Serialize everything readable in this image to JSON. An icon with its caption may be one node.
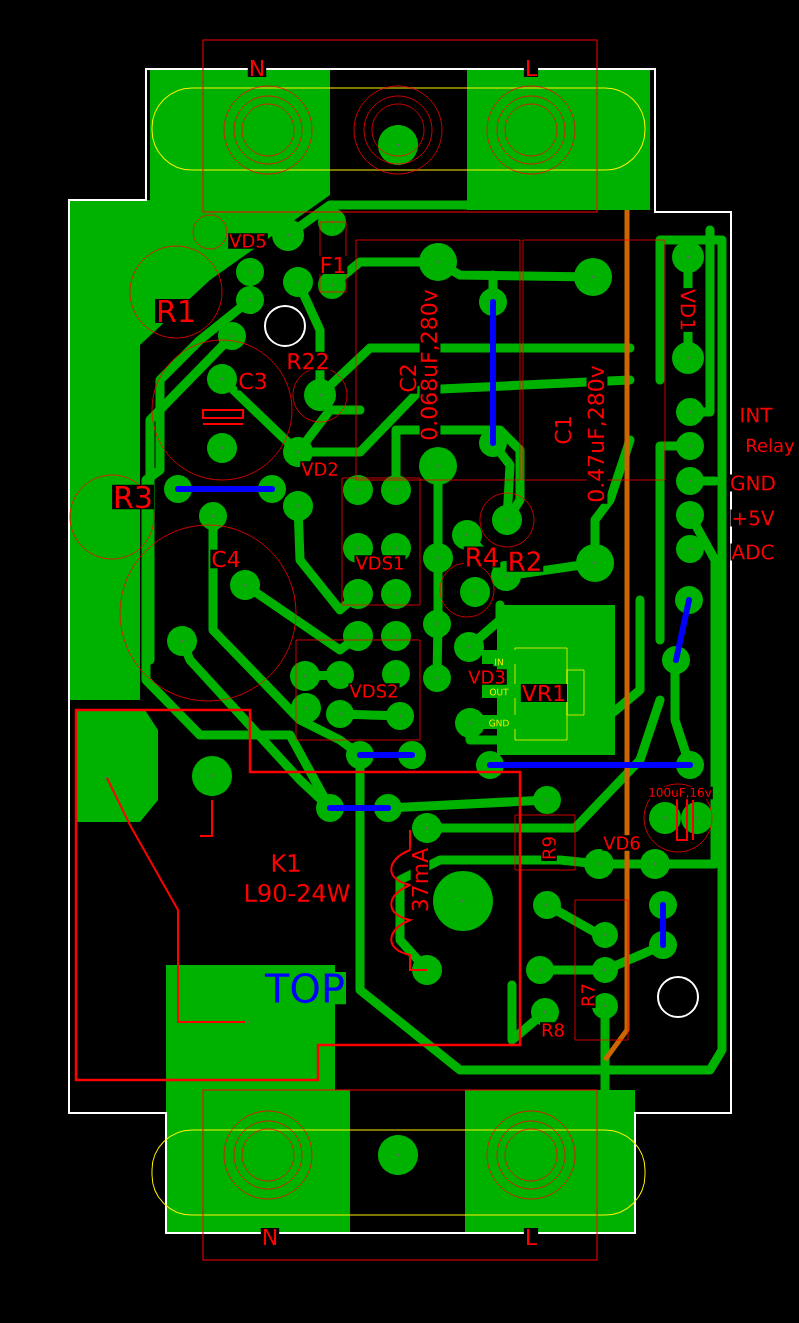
{
  "diagram": {
    "labels": [
      "N",
      "L",
      "VD5",
      "F1",
      "R1",
      "R22",
      "C3",
      "C2",
      "0.068uF,280v",
      "C1",
      "0.47uF,280v",
      "VD1",
      "INT",
      "Relay",
      "GND",
      "+5V",
      "ADC",
      "R3",
      "VD2",
      "C4",
      "VDS1",
      "R4",
      "R2",
      "VDS2",
      "VD3",
      "IN",
      "OUT",
      "GND",
      "VR1",
      "100uF,16v",
      "K1",
      "L90-24W",
      "37mA",
      "R9",
      "VD6",
      "R7",
      "R8",
      "TOP",
      "N",
      "L"
    ]
  }
}
